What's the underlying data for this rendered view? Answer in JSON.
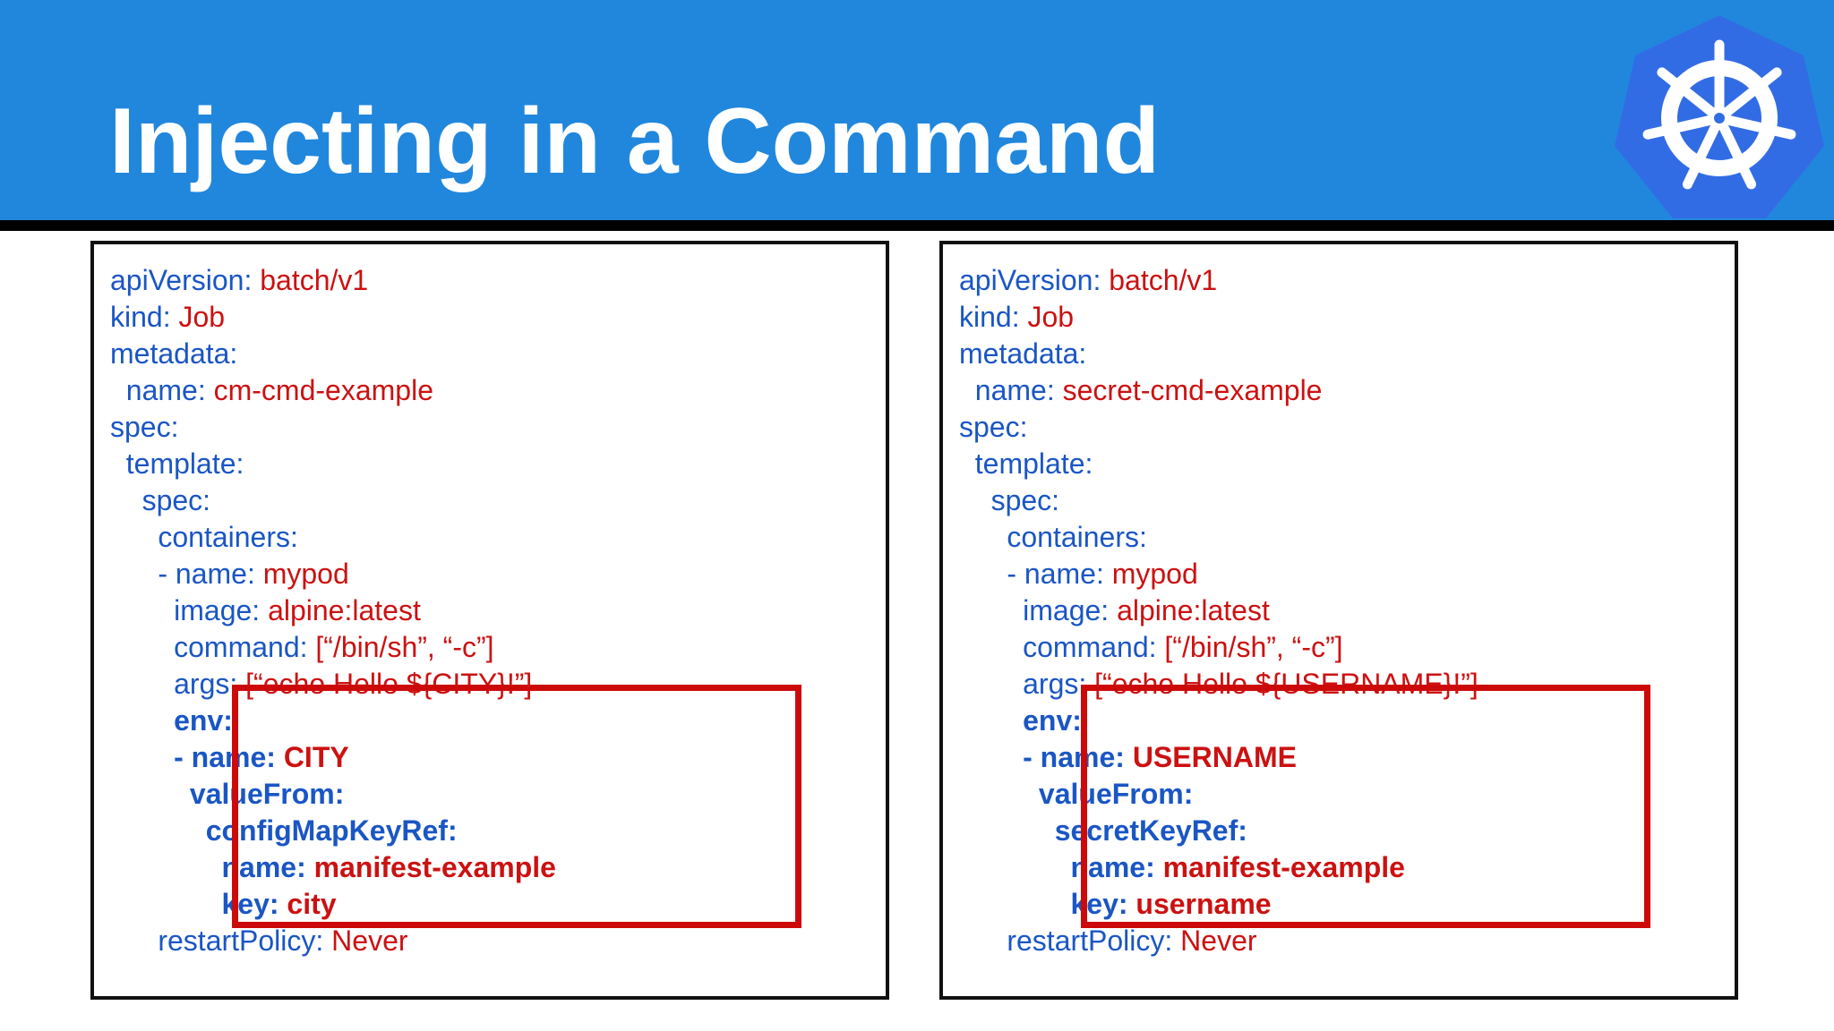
{
  "slide": {
    "title": "Injecting in a Command",
    "logo_icon": "kubernetes-helm-wheel-icon",
    "colors": {
      "header": "#2187dd",
      "key": "#1a56c4",
      "value": "#cc1111",
      "highlight": "#cc0a0a"
    }
  },
  "panels": [
    {
      "lines": [
        {
          "indent": "",
          "key": "apiVersion:",
          "value": " batch/v1",
          "bold": false
        },
        {
          "indent": "",
          "key": "kind:",
          "value": " Job",
          "bold": false
        },
        {
          "indent": "",
          "key": "metadata:",
          "value": "",
          "bold": false
        },
        {
          "indent": "  ",
          "key": "name:",
          "value": " cm-cmd-example",
          "bold": false
        },
        {
          "indent": "",
          "key": "spec:",
          "value": "",
          "bold": false
        },
        {
          "indent": "  ",
          "key": "template:",
          "value": "",
          "bold": false
        },
        {
          "indent": "    ",
          "key": "spec:",
          "value": "",
          "bold": false
        },
        {
          "indent": "      ",
          "key": "containers:",
          "value": "",
          "bold": false
        },
        {
          "indent": "      ",
          "key": "- name:",
          "value": " mypod",
          "bold": false
        },
        {
          "indent": "        ",
          "key": "image:",
          "value": " alpine:latest",
          "bold": false
        },
        {
          "indent": "        ",
          "key": "command:",
          "value": " [“/bin/sh”, “-c”]",
          "bold": false
        },
        {
          "indent": "        ",
          "key": "args:",
          "value": " [“echo Hello ${CITY}!”]",
          "bold": false
        },
        {
          "indent": "        ",
          "key": "env:",
          "value": "",
          "bold": true
        },
        {
          "indent": "        ",
          "key": "- name:",
          "value": " CITY",
          "bold": true
        },
        {
          "indent": "          ",
          "key": "valueFrom:",
          "value": "",
          "bold": true
        },
        {
          "indent": "            ",
          "key": "configMapKeyRef:",
          "value": "",
          "bold": true
        },
        {
          "indent": "              ",
          "key": "name:",
          "value": " manifest-example",
          "bold": true
        },
        {
          "indent": "              ",
          "key": "key:",
          "value": " city",
          "bold": true
        },
        {
          "indent": "      ",
          "key": "restartPolicy:",
          "value": " Never",
          "bold": false
        }
      ]
    },
    {
      "lines": [
        {
          "indent": "",
          "key": "apiVersion:",
          "value": " batch/v1",
          "bold": false
        },
        {
          "indent": "",
          "key": "kind:",
          "value": " Job",
          "bold": false
        },
        {
          "indent": "",
          "key": "metadata:",
          "value": "",
          "bold": false
        },
        {
          "indent": "  ",
          "key": "name:",
          "value": " secret-cmd-example",
          "bold": false
        },
        {
          "indent": "",
          "key": "spec:",
          "value": "",
          "bold": false
        },
        {
          "indent": "  ",
          "key": "template:",
          "value": "",
          "bold": false
        },
        {
          "indent": "    ",
          "key": "spec:",
          "value": "",
          "bold": false
        },
        {
          "indent": "      ",
          "key": "containers:",
          "value": "",
          "bold": false
        },
        {
          "indent": "      ",
          "key": "- name:",
          "value": " mypod",
          "bold": false
        },
        {
          "indent": "        ",
          "key": "image:",
          "value": " alpine:latest",
          "bold": false
        },
        {
          "indent": "        ",
          "key": "command:",
          "value": " [“/bin/sh”, “-c”]",
          "bold": false
        },
        {
          "indent": "        ",
          "key": "args:",
          "value": " [“echo Hello ${USERNAME}!”]",
          "bold": false
        },
        {
          "indent": "        ",
          "key": "env:",
          "value": "",
          "bold": true
        },
        {
          "indent": "        ",
          "key": "- name:",
          "value": " USERNAME",
          "bold": true
        },
        {
          "indent": "          ",
          "key": "valueFrom:",
          "value": "",
          "bold": true
        },
        {
          "indent": "            ",
          "key": "secretKeyRef:",
          "value": "",
          "bold": true
        },
        {
          "indent": "              ",
          "key": "name:",
          "value": " manifest-example",
          "bold": true
        },
        {
          "indent": "              ",
          "key": "key:",
          "value": " username",
          "bold": true
        },
        {
          "indent": "      ",
          "key": "restartPolicy:",
          "value": " Never",
          "bold": false
        }
      ]
    }
  ]
}
